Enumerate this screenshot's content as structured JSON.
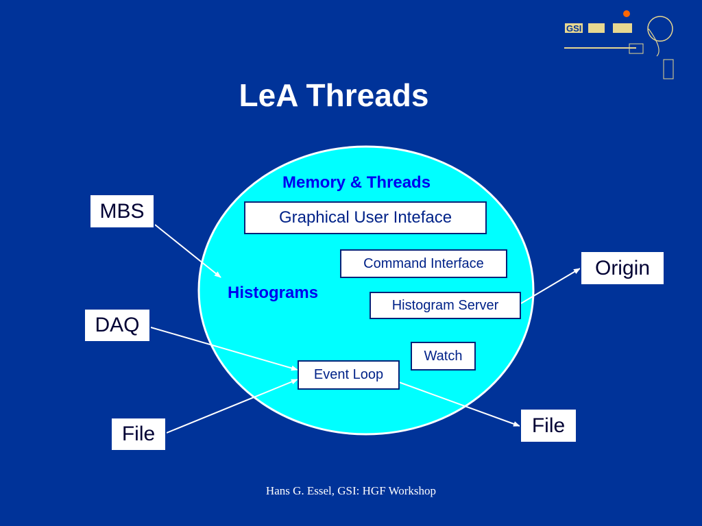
{
  "slide": {
    "title": "LeA Threads",
    "footer": "Hans G. Essel, GSI: HGF Workshop"
  },
  "logo": {
    "text": "GSI"
  },
  "diagram": {
    "region_label": "Memory & Threads",
    "histograms_label": "Histograms",
    "inner_boxes": {
      "gui": "Graphical User Inteface",
      "command": "Command Interface",
      "histogram_server": "Histogram Server",
      "watch": "Watch",
      "event_loop": "Event Loop"
    },
    "external_boxes": {
      "mbs": "MBS",
      "daq": "DAQ",
      "file_in": "File",
      "origin": "Origin",
      "file_out": "File"
    },
    "colors": {
      "background": "#003399",
      "ellipse_fill": "#00ffff",
      "label_blue": "#0000ee",
      "arrow": "#ffffff"
    }
  }
}
